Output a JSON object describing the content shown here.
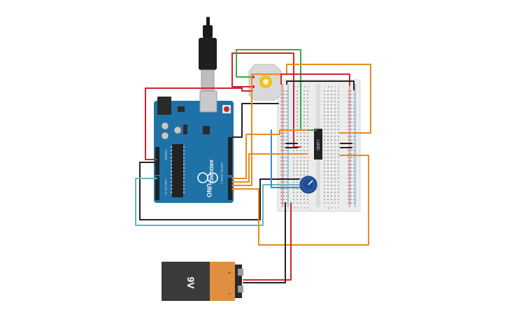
{
  "colors": {
    "arduino": "#1f72a8",
    "arduino_dark": "#175a86",
    "breadboard": "#ececec",
    "battery_body": "#3a3a3a",
    "battery_label": "#e08e3f",
    "wire_red": "#d0242e",
    "wire_black": "#222222",
    "wire_green": "#3aa84a",
    "wire_orange": "#e88a1f",
    "wire_teal": "#68b8b8",
    "wire_blue": "#2f8dd6",
    "pot_knob": "#2458a8",
    "motor_body": "#d9d9d9",
    "motor_gear": "#f0c020"
  },
  "arduino": {
    "model": "UNO",
    "brand": "ARDUINO",
    "label_digital": "DIGITAL (PWM~)",
    "label_analog": "ANALOG IN",
    "label_power": "POWER"
  },
  "ic": {
    "label": "L293D"
  },
  "battery": {
    "voltage_label": "9V",
    "plus": "+",
    "minus": "−"
  },
  "breadboard": {
    "col_letters": [
      "a",
      "b",
      "c",
      "d",
      "e",
      "f",
      "g",
      "h",
      "i",
      "j"
    ]
  },
  "icons": {
    "usb": "usb-cable-icon",
    "motor": "dc-motor-icon",
    "pot": "potentiometer-icon",
    "battery": "battery-icon"
  }
}
